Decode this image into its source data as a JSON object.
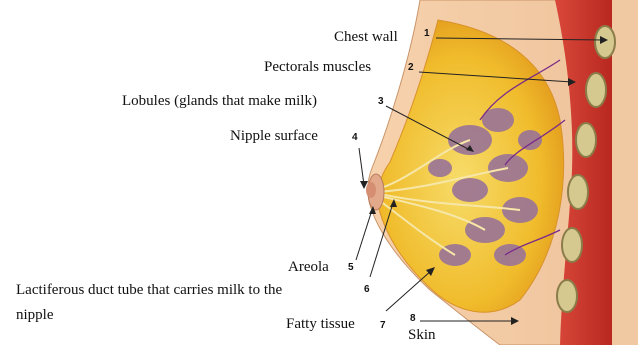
{
  "labels": [
    {
      "id": "chest-wall",
      "text": "Chest wall",
      "number": "1"
    },
    {
      "id": "pectorals-muscles",
      "text": "Pectorals muscles",
      "number": "2"
    },
    {
      "id": "lobules",
      "text": "Lobules (glands that make milk)",
      "number": "3"
    },
    {
      "id": "nipple-surface",
      "text": "Nipple surface",
      "number": "4"
    },
    {
      "id": "areola",
      "text": "Areola",
      "number": "5"
    },
    {
      "id": "lactiferous-duct",
      "text": "Lactiferous duct tube that carries milk to the",
      "text2": "nipple",
      "number": "6"
    },
    {
      "id": "fatty-tissue",
      "text": "Fatty tissue",
      "number": "7"
    },
    {
      "id": "skin",
      "text": "Skin",
      "number": "8"
    }
  ],
  "colors": {
    "skin": "#f3c9a1",
    "muscle": "#c9372c",
    "fat": "#f2c23a",
    "lobule": "#9a6f8f",
    "rib": "#d8cc96"
  }
}
